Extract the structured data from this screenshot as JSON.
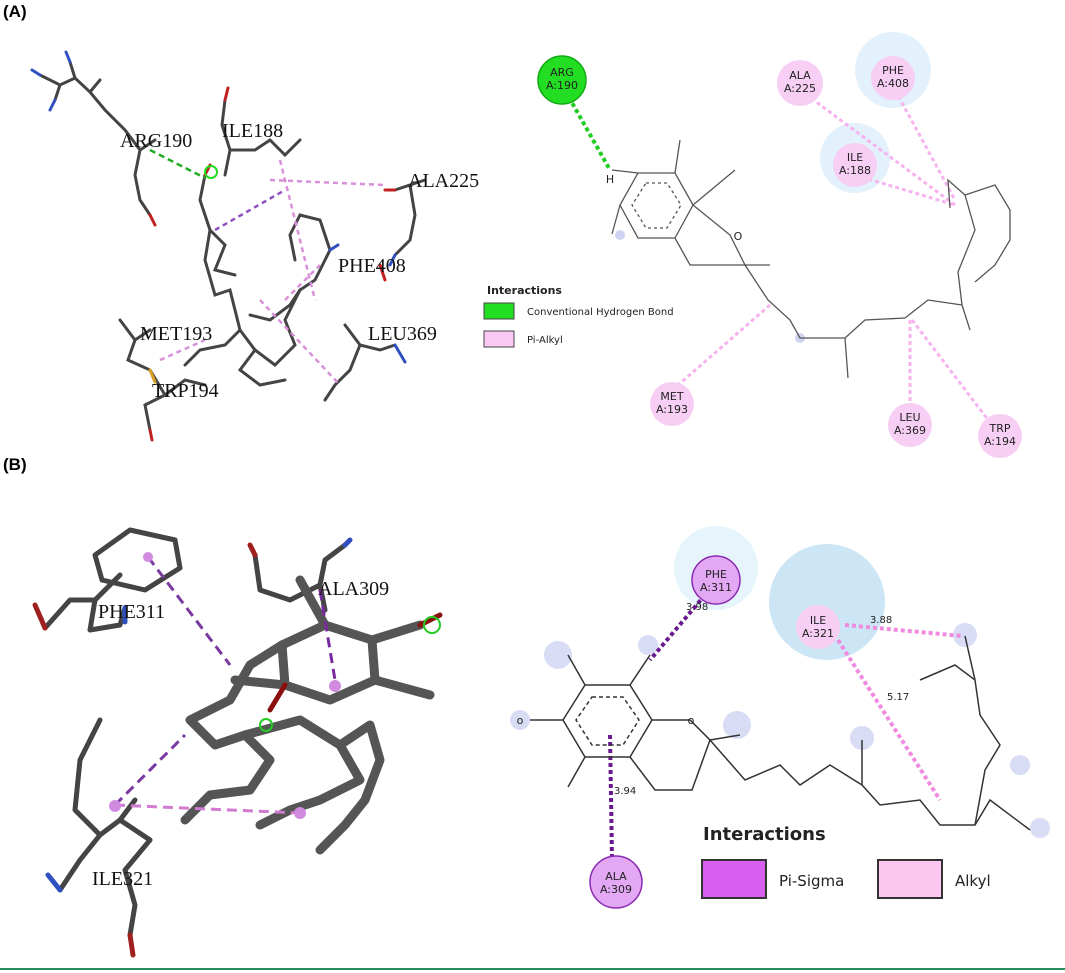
{
  "panels": {
    "a": {
      "label": "(A)",
      "residues_3d": [
        "ARG190",
        "ILE188",
        "ALA225",
        "PHE408",
        "MET193",
        "LEU369",
        "TRP194"
      ],
      "residues_2d": [
        {
          "name": "ARG",
          "id": "A:190"
        },
        {
          "name": "ALA",
          "id": "A:225"
        },
        {
          "name": "PHE",
          "id": "A:408"
        },
        {
          "name": "ILE",
          "id": "A:188"
        },
        {
          "name": "MET",
          "id": "A:193"
        },
        {
          "name": "LEU",
          "id": "A:369"
        },
        {
          "name": "TRP",
          "id": "A:194"
        }
      ],
      "atom_h": "H",
      "atom_o": "O",
      "legend": {
        "title": "Interactions",
        "items": [
          {
            "label": "Conventional Hydrogen Bond",
            "color": "#22dd22"
          },
          {
            "label": "Pi-Alkyl",
            "color": "#f9c9f4"
          }
        ]
      }
    },
    "b": {
      "label": "(B)",
      "residues_3d": [
        "PHE311",
        "ALA309",
        "ILE321"
      ],
      "residues_2d": [
        {
          "name": "PHE",
          "id": "A:311"
        },
        {
          "name": "ILE",
          "id": "A:321"
        },
        {
          "name": "ALA",
          "id": "A:309"
        }
      ],
      "distances": [
        "3.98",
        "3.88",
        "5.17",
        "3.94"
      ],
      "legend": {
        "title": "Interactions",
        "items": [
          {
            "label": "Pi-Sigma",
            "color": "#d860f0"
          },
          {
            "label": "Alkyl",
            "color": "#fbc6f0"
          }
        ]
      }
    }
  },
  "colors": {
    "hbond": "#22dd22",
    "pi_alkyl": "#f5a8ee",
    "pi_sigma": "#7a1fa0",
    "alkyl_dash": "#ec70d8",
    "bottom_rule": "#2a8a5a"
  }
}
